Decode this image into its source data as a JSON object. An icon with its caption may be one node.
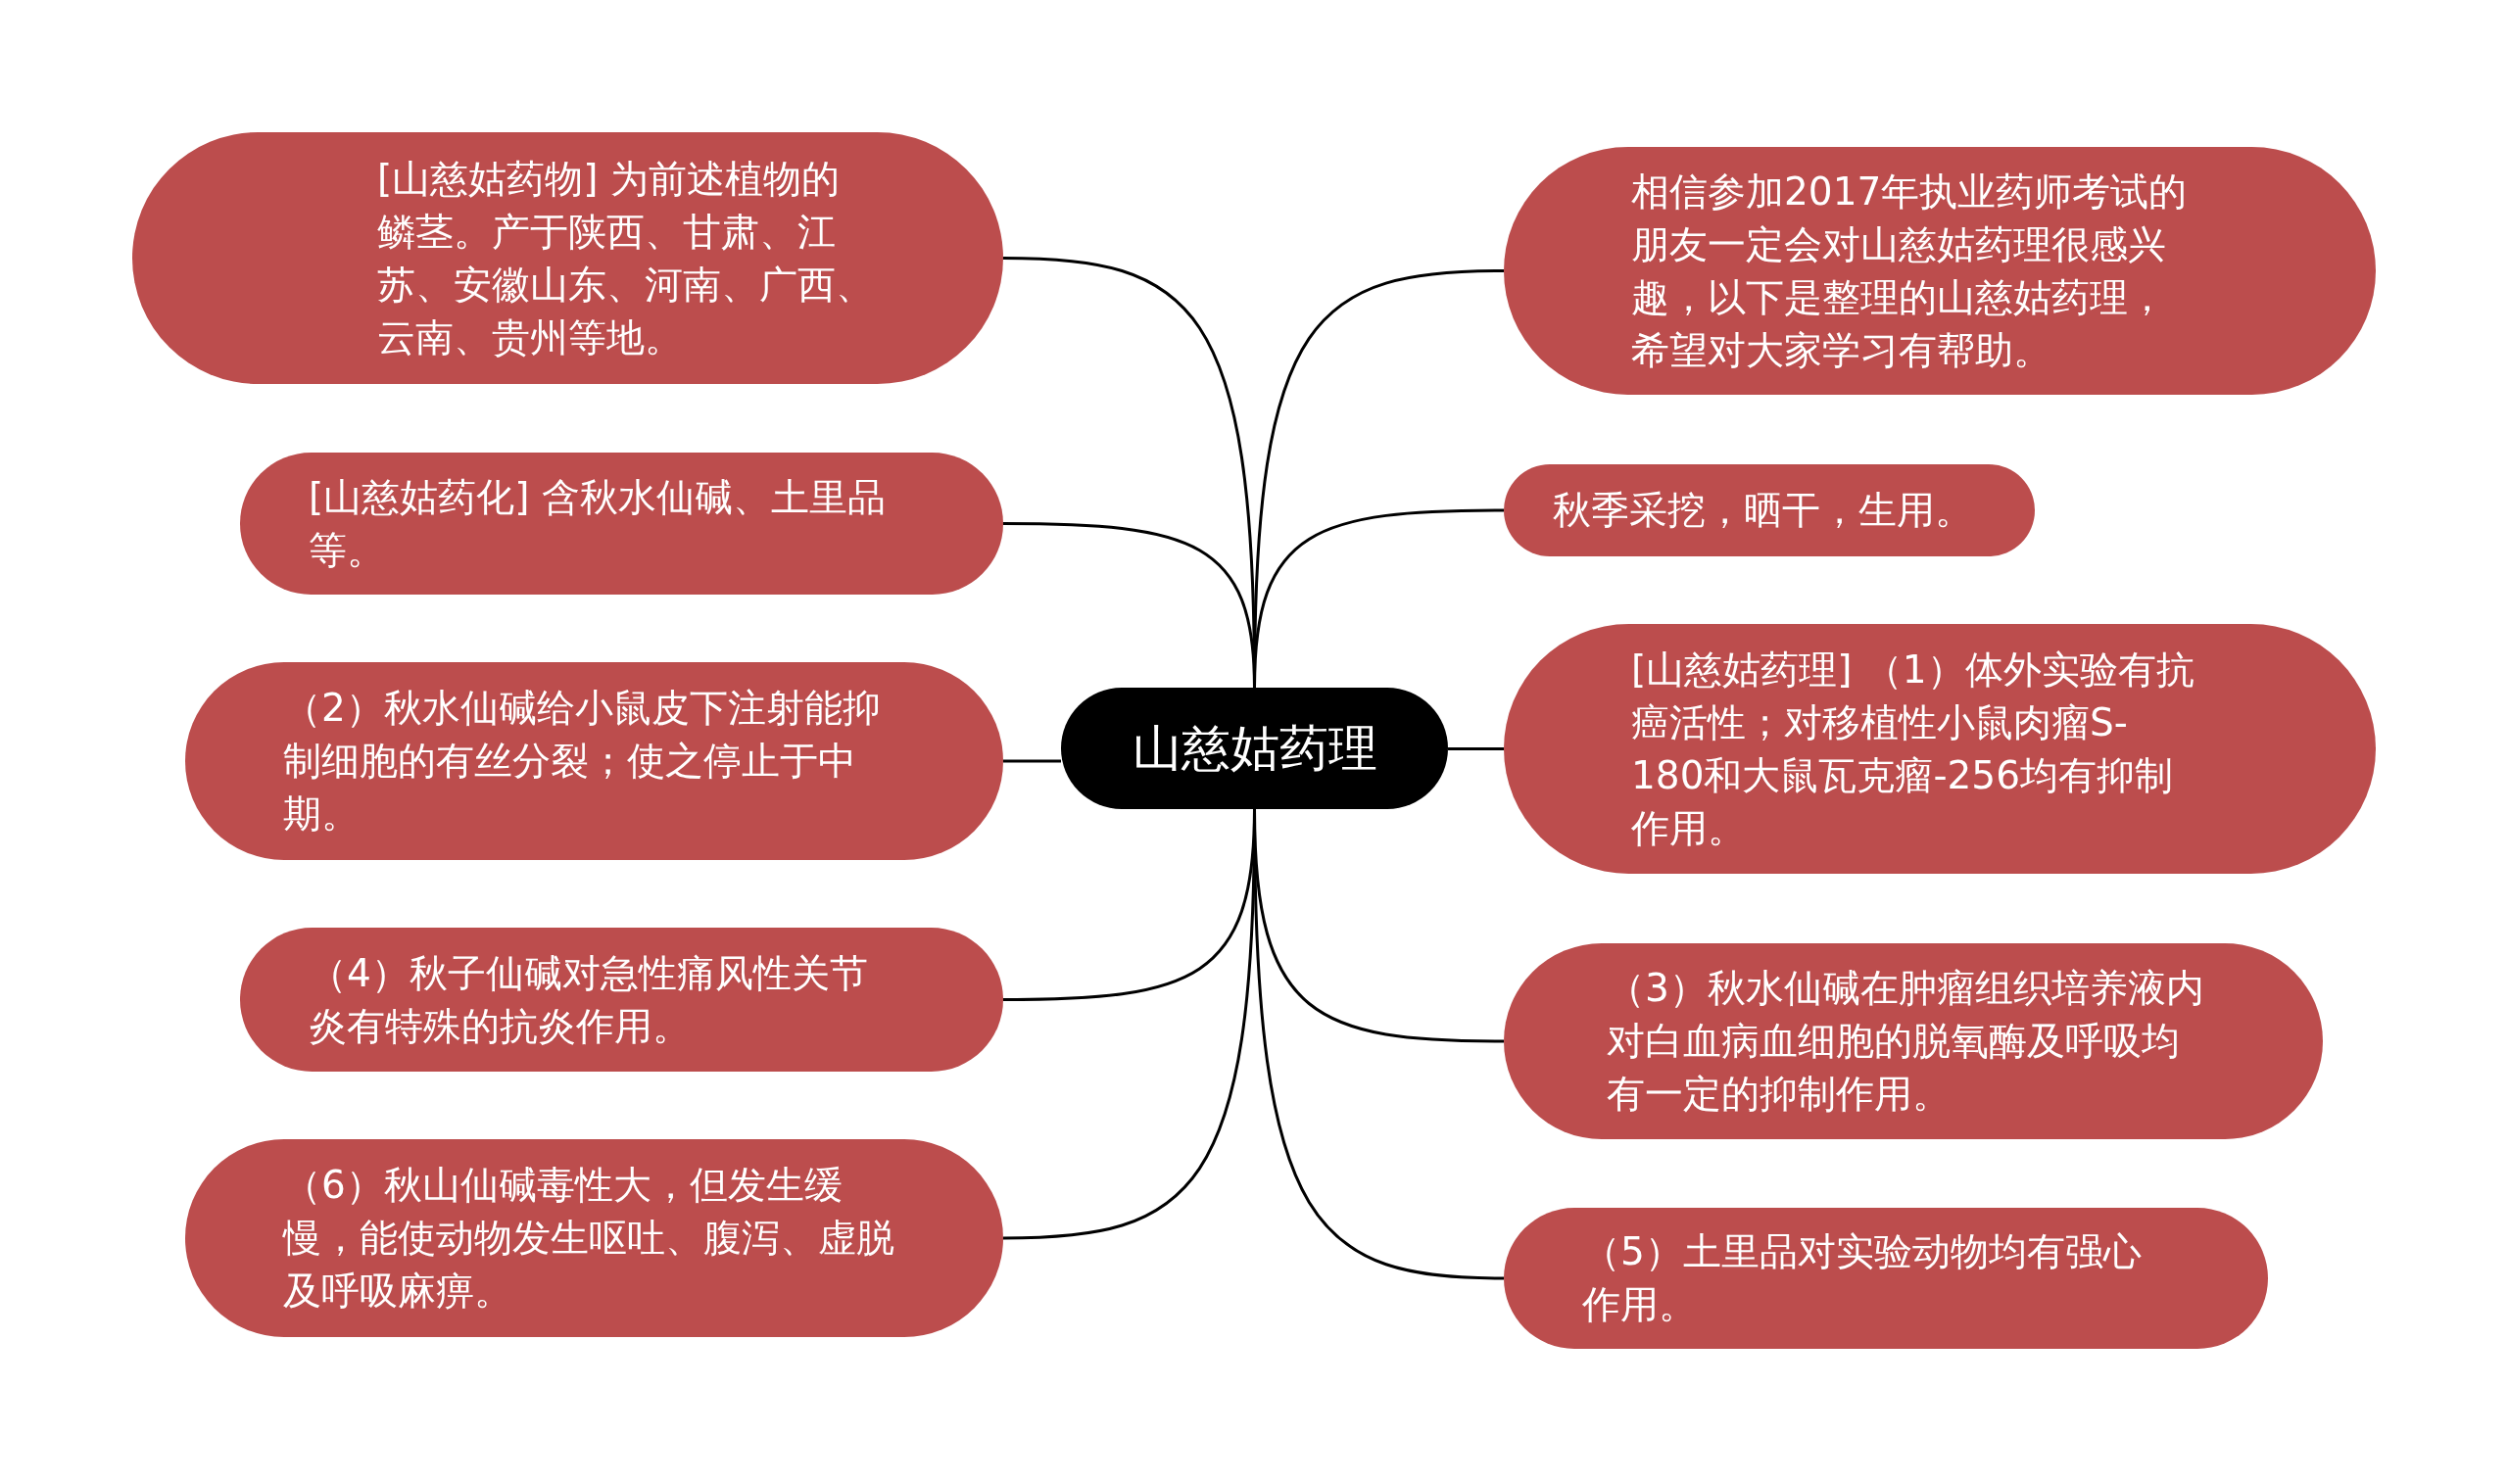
{
  "diagram": {
    "nodes": [
      {
        "text": [
          "山慈姑药理"
        ]
      },
      {
        "text": [
          "[山慈姑药物]  为前述植物的鳞茎。产于陕西、甘肃、江苏、安徽山东、河南、广西、云南、贵州等地。"
        ]
      },
      {
        "text": [
          "[山慈姑药化]  含秋水仙碱、土里品等。"
        ]
      },
      {
        "text": [
          "（2）秋水仙碱给小鼠皮下注射能抑制细胞的有丝分裂；使之停止于中期。"
        ]
      },
      {
        "text": [
          "（4）秋子仙碱对急性痛风性关节炎有特殊的抗炎作用。"
        ]
      },
      {
        "text": [
          "（6）秋山仙碱毒性大，但发生缓慢，能使动物发生呕吐、腹泻、虚脱及呼吸麻痹。"
        ]
      },
      {
        "text": [
          "相信参加2017年执业药师考试的朋友一定会对山慈姑药理很感兴趣，以下是整理的山慈姑药理，希望对大家学习有帮助。"
        ]
      },
      {
        "text": [
          "秋季采挖，晒干，生用。"
        ]
      },
      {
        "text": [
          "[山慈姑药理]  （1）体外实验有抗癌活性；对移植性小鼠肉瘤S-180和大鼠瓦克瘤-256均有抑制作用。"
        ]
      },
      {
        "text": [
          "（3）秋水仙碱在肿瘤组织培养液内对白血病血细胞的脱氧酶及呼吸均有一定的抑制作用。"
        ]
      },
      {
        "text": [
          "（5）土里品对实验动物均有强心作用。"
        ]
      }
    ],
    "edges": [
      {
        "from": 0,
        "to": 1,
        "arrow": "none"
      },
      {
        "from": 0,
        "to": 2,
        "arrow": "none"
      },
      {
        "from": 0,
        "to": 3,
        "arrow": "none"
      },
      {
        "from": 0,
        "to": 4,
        "arrow": "none"
      },
      {
        "from": 0,
        "to": 5,
        "arrow": "none"
      },
      {
        "from": 0,
        "to": 6,
        "arrow": "none"
      },
      {
        "from": 0,
        "to": 7,
        "arrow": "none"
      },
      {
        "from": 0,
        "to": 8,
        "arrow": "none"
      },
      {
        "from": 0,
        "to": 9,
        "arrow": "none"
      },
      {
        "from": 0,
        "to": 10,
        "arrow": "none"
      }
    ]
  }
}
